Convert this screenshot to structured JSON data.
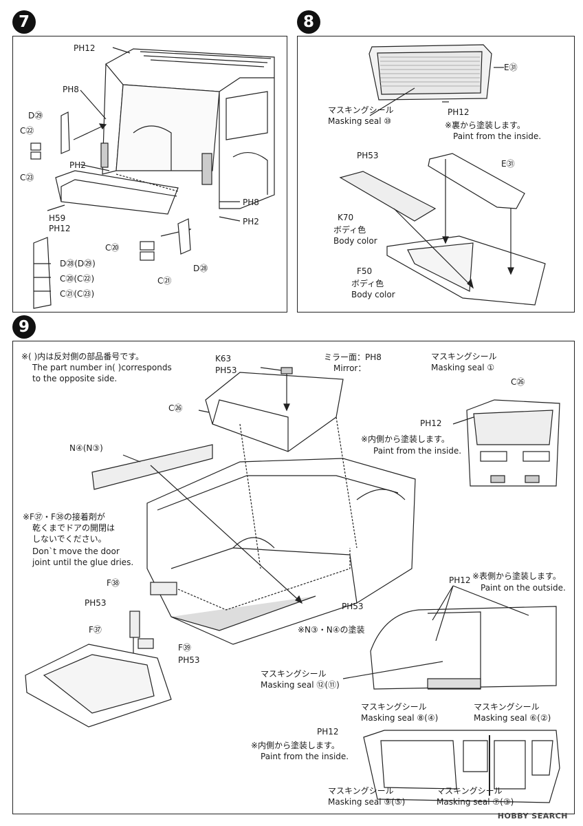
{
  "steps": {
    "s7": "7",
    "s8": "8",
    "s9": "9"
  },
  "step7": {
    "labels": {
      "ph12": "PH12",
      "ph8_left": "PH8",
      "d29": "D㉙",
      "c22": "C㉒",
      "c23": "C㉓",
      "ph2_left": "PH2",
      "h59": "H59",
      "ph12_bumper": "PH12",
      "ph8_right": "PH8",
      "ph2_right": "PH2",
      "c20": "C⑳",
      "c21": "C㉑",
      "d28": "D㉘",
      "leg_d": "D㉘(D㉙)",
      "leg_c20": "C⑳(C㉒)",
      "leg_c21": "C㉑(C㉓)"
    }
  },
  "step8": {
    "labels": {
      "e31_top": "E㉛",
      "mask_jp": "マスキングシール",
      "mask_en": "Masking seal ⑩",
      "ph12": "PH12",
      "paint_jp": "※裏から塗装します。",
      "paint_en": "Paint from the inside.",
      "ph53": "PH53",
      "e31_mid": "E㉛",
      "k70": "K70",
      "body_jp_1": "ボディ色",
      "body_en_1": "Body color",
      "f50": "F50",
      "body_jp_2": "ボディ色",
      "body_en_2": "Body color"
    }
  },
  "step9": {
    "labels": {
      "note_jp": "※(  )内は反対側の部品番号です。",
      "note_en_1": "The part number in(  )corresponds",
      "note_en_2": "to the opposite side.",
      "k63": "K63",
      "ph53_top": "PH53",
      "mirror_jp": "ミラー面：PH8",
      "mirror_en": "Mirror：",
      "c26_left": "C㉖",
      "n4n3": "N④(N③)",
      "glue_jp_1": "※F㊲・F㊳の接着剤が",
      "glue_jp_2": "乾くまでドアの開閉は",
      "glue_jp_3": "しないでください。",
      "glue_en_1": "Don`t move the door",
      "glue_en_2": "joint until the glue dries.",
      "f38": "F㊳",
      "ph53_f": "PH53",
      "f37": "F㊲",
      "f39": "F㊴",
      "ph53_bottom": "PH53",
      "ph53_body": "PH53",
      "mask1_jp": "マスキングシール",
      "mask1_en": "Masking seal ①",
      "c26_right": "C㉖",
      "ph12_right": "PH12",
      "inside_jp": "※内側から塗装します。",
      "inside_en": "Paint from the inside.",
      "ph12_win": "PH12",
      "outside_jp": "※表側から塗装します。",
      "outside_en": "Paint on the outside.",
      "n3n4_note": "※N③・N④の塗装",
      "mask12_jp": "マスキングシール",
      "mask12_en": "Masking seal ⑫(⑪)",
      "mask8_jp": "マスキングシール",
      "mask8_en": "Masking seal ⑧(④)",
      "mask6_jp": "マスキングシール",
      "mask6_en": "Masking seal ⑥(②)",
      "ph12_lower": "PH12",
      "inside2_jp": "※内側から塗装します。",
      "inside2_en": "Paint from the inside.",
      "mask9_jp": "マスキングシール",
      "mask9_en": "Masking seal ⑨(⑤)",
      "mask7_jp": "マスキングシール",
      "mask7_en": "Masking seal ⑦(③)"
    }
  },
  "watermark": "HOBBY SEARCH"
}
